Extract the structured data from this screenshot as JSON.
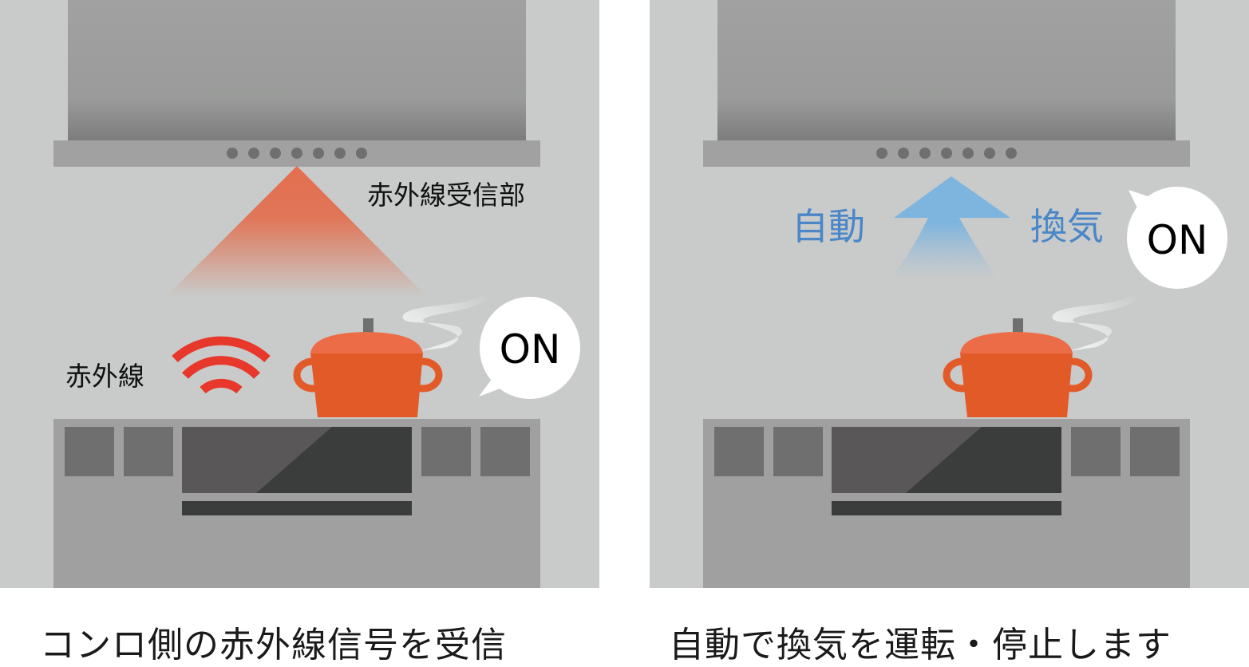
{
  "left_panel": {
    "receiver_label": "赤外線受信部",
    "infrared_label": "赤外線",
    "bubble_text": "ON",
    "caption": "コンロ側の赤外線信号を受信"
  },
  "right_panel": {
    "auto_label": "自動",
    "ventilation_label": "換気",
    "bubble_text": "ON",
    "caption": "自動で換気を運転・停止します"
  },
  "colors": {
    "background": "#c9cbca",
    "hood": "#a0a1a0",
    "pot": "#e35a29",
    "pot_lid": "#ec6c47",
    "infrared": "#e8382b",
    "airflow": "#7db5df",
    "label_blue": "#4a86c8"
  }
}
